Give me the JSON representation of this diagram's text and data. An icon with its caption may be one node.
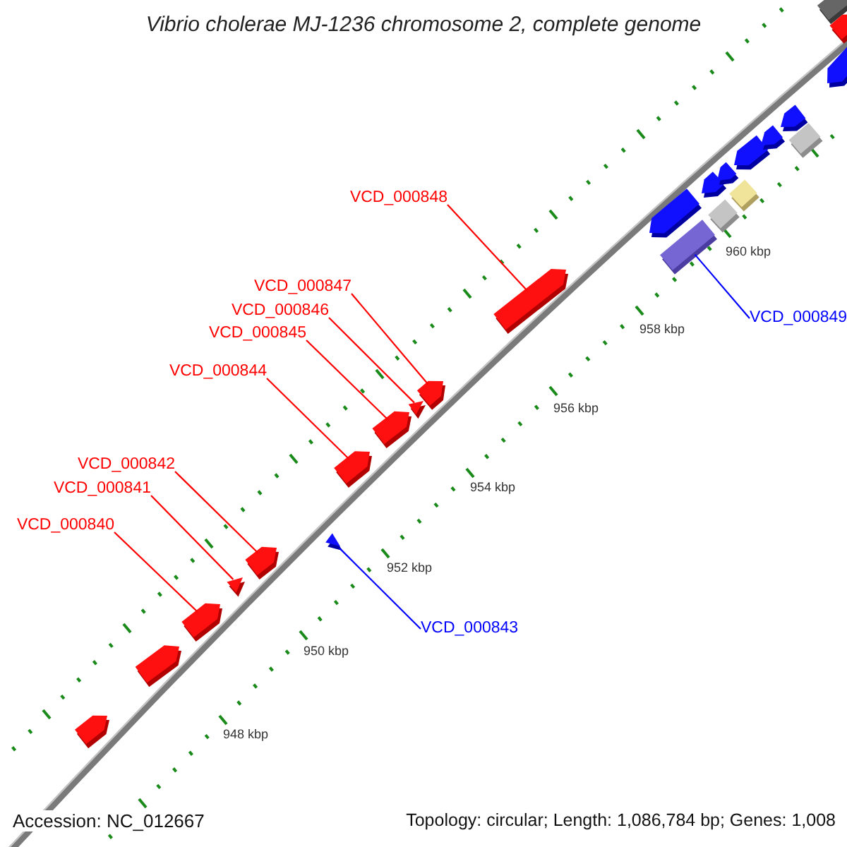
{
  "diagram": {
    "title": "Vibrio cholerae MJ-1236 chromosome 2, complete genome",
    "nodes": [
      {
        "text": [
          "VCD_000840"
        ]
      },
      {
        "text": [
          "VCD_000841"
        ]
      },
      {
        "text": [
          "VCD_000842"
        ]
      },
      {
        "text": [
          "VCD_000844"
        ]
      },
      {
        "text": [
          "VCD_000845"
        ]
      },
      {
        "text": [
          "VCD_000846"
        ]
      },
      {
        "text": [
          "VCD_000847"
        ]
      },
      {
        "text": [
          "VCD_000848"
        ]
      },
      {
        "text": [
          "VCD_000843"
        ]
      },
      {
        "text": [
          "VCD_000849"
        ]
      },
      {
        "text": [],
        "shape": "arrow"
      },
      {
        "text": [],
        "shape": "arrow"
      },
      {
        "text": [],
        "shape": "arrow"
      },
      {
        "text": [],
        "shape": "triangle"
      },
      {
        "text": [],
        "shape": "arrow"
      },
      {
        "text": [],
        "shape": "triangle"
      },
      {
        "text": [],
        "shape": "arrow"
      },
      {
        "text": [],
        "shape": "arrow"
      },
      {
        "text": [],
        "shape": "triangle"
      },
      {
        "text": [],
        "shape": "arrow"
      },
      {
        "text": [],
        "shape": "arrow"
      },
      {
        "text": [],
        "shape": "arrow"
      },
      {
        "text": [],
        "shape": "box"
      },
      {
        "text": [],
        "shape": "arrow"
      },
      {
        "text": [],
        "shape": "arrow"
      },
      {
        "text": [],
        "shape": "box"
      },
      {
        "text": [],
        "shape": "box"
      },
      {
        "text": [],
        "shape": "arrow"
      },
      {
        "text": [],
        "shape": "arrow"
      },
      {
        "text": [],
        "shape": "arrow"
      },
      {
        "text": [],
        "shape": "box"
      },
      {
        "text": [],
        "shape": "arrow"
      },
      {
        "text": [],
        "shape": "box"
      },
      {
        "text": [],
        "shape": "arrow"
      }
    ],
    "edges": [
      {
        "from": 0,
        "to": 12,
        "arrow": "none"
      },
      {
        "from": 1,
        "to": 13,
        "arrow": "none"
      },
      {
        "from": 2,
        "to": 14,
        "arrow": "none"
      },
      {
        "from": 3,
        "to": 16,
        "arrow": "none"
      },
      {
        "from": 4,
        "to": 17,
        "arrow": "none"
      },
      {
        "from": 5,
        "to": 18,
        "arrow": "none"
      },
      {
        "from": 6,
        "to": 19,
        "arrow": "none"
      },
      {
        "from": 7,
        "to": 20,
        "arrow": "none"
      },
      {
        "from": 8,
        "to": 15,
        "arrow": "none",
        "color": "#0000ff"
      },
      {
        "from": 9,
        "to": 22,
        "arrow": "none",
        "color": "#0000ff"
      }
    ],
    "labels": [
      "948 kbp",
      "950 kbp",
      "952 kbp",
      "954 kbp",
      "956 kbp",
      "958 kbp",
      "960 kbp",
      "Accession: NC_012667",
      "Topology: circular; Length: 1,086,784 bp; Genes: 1,008"
    ]
  }
}
